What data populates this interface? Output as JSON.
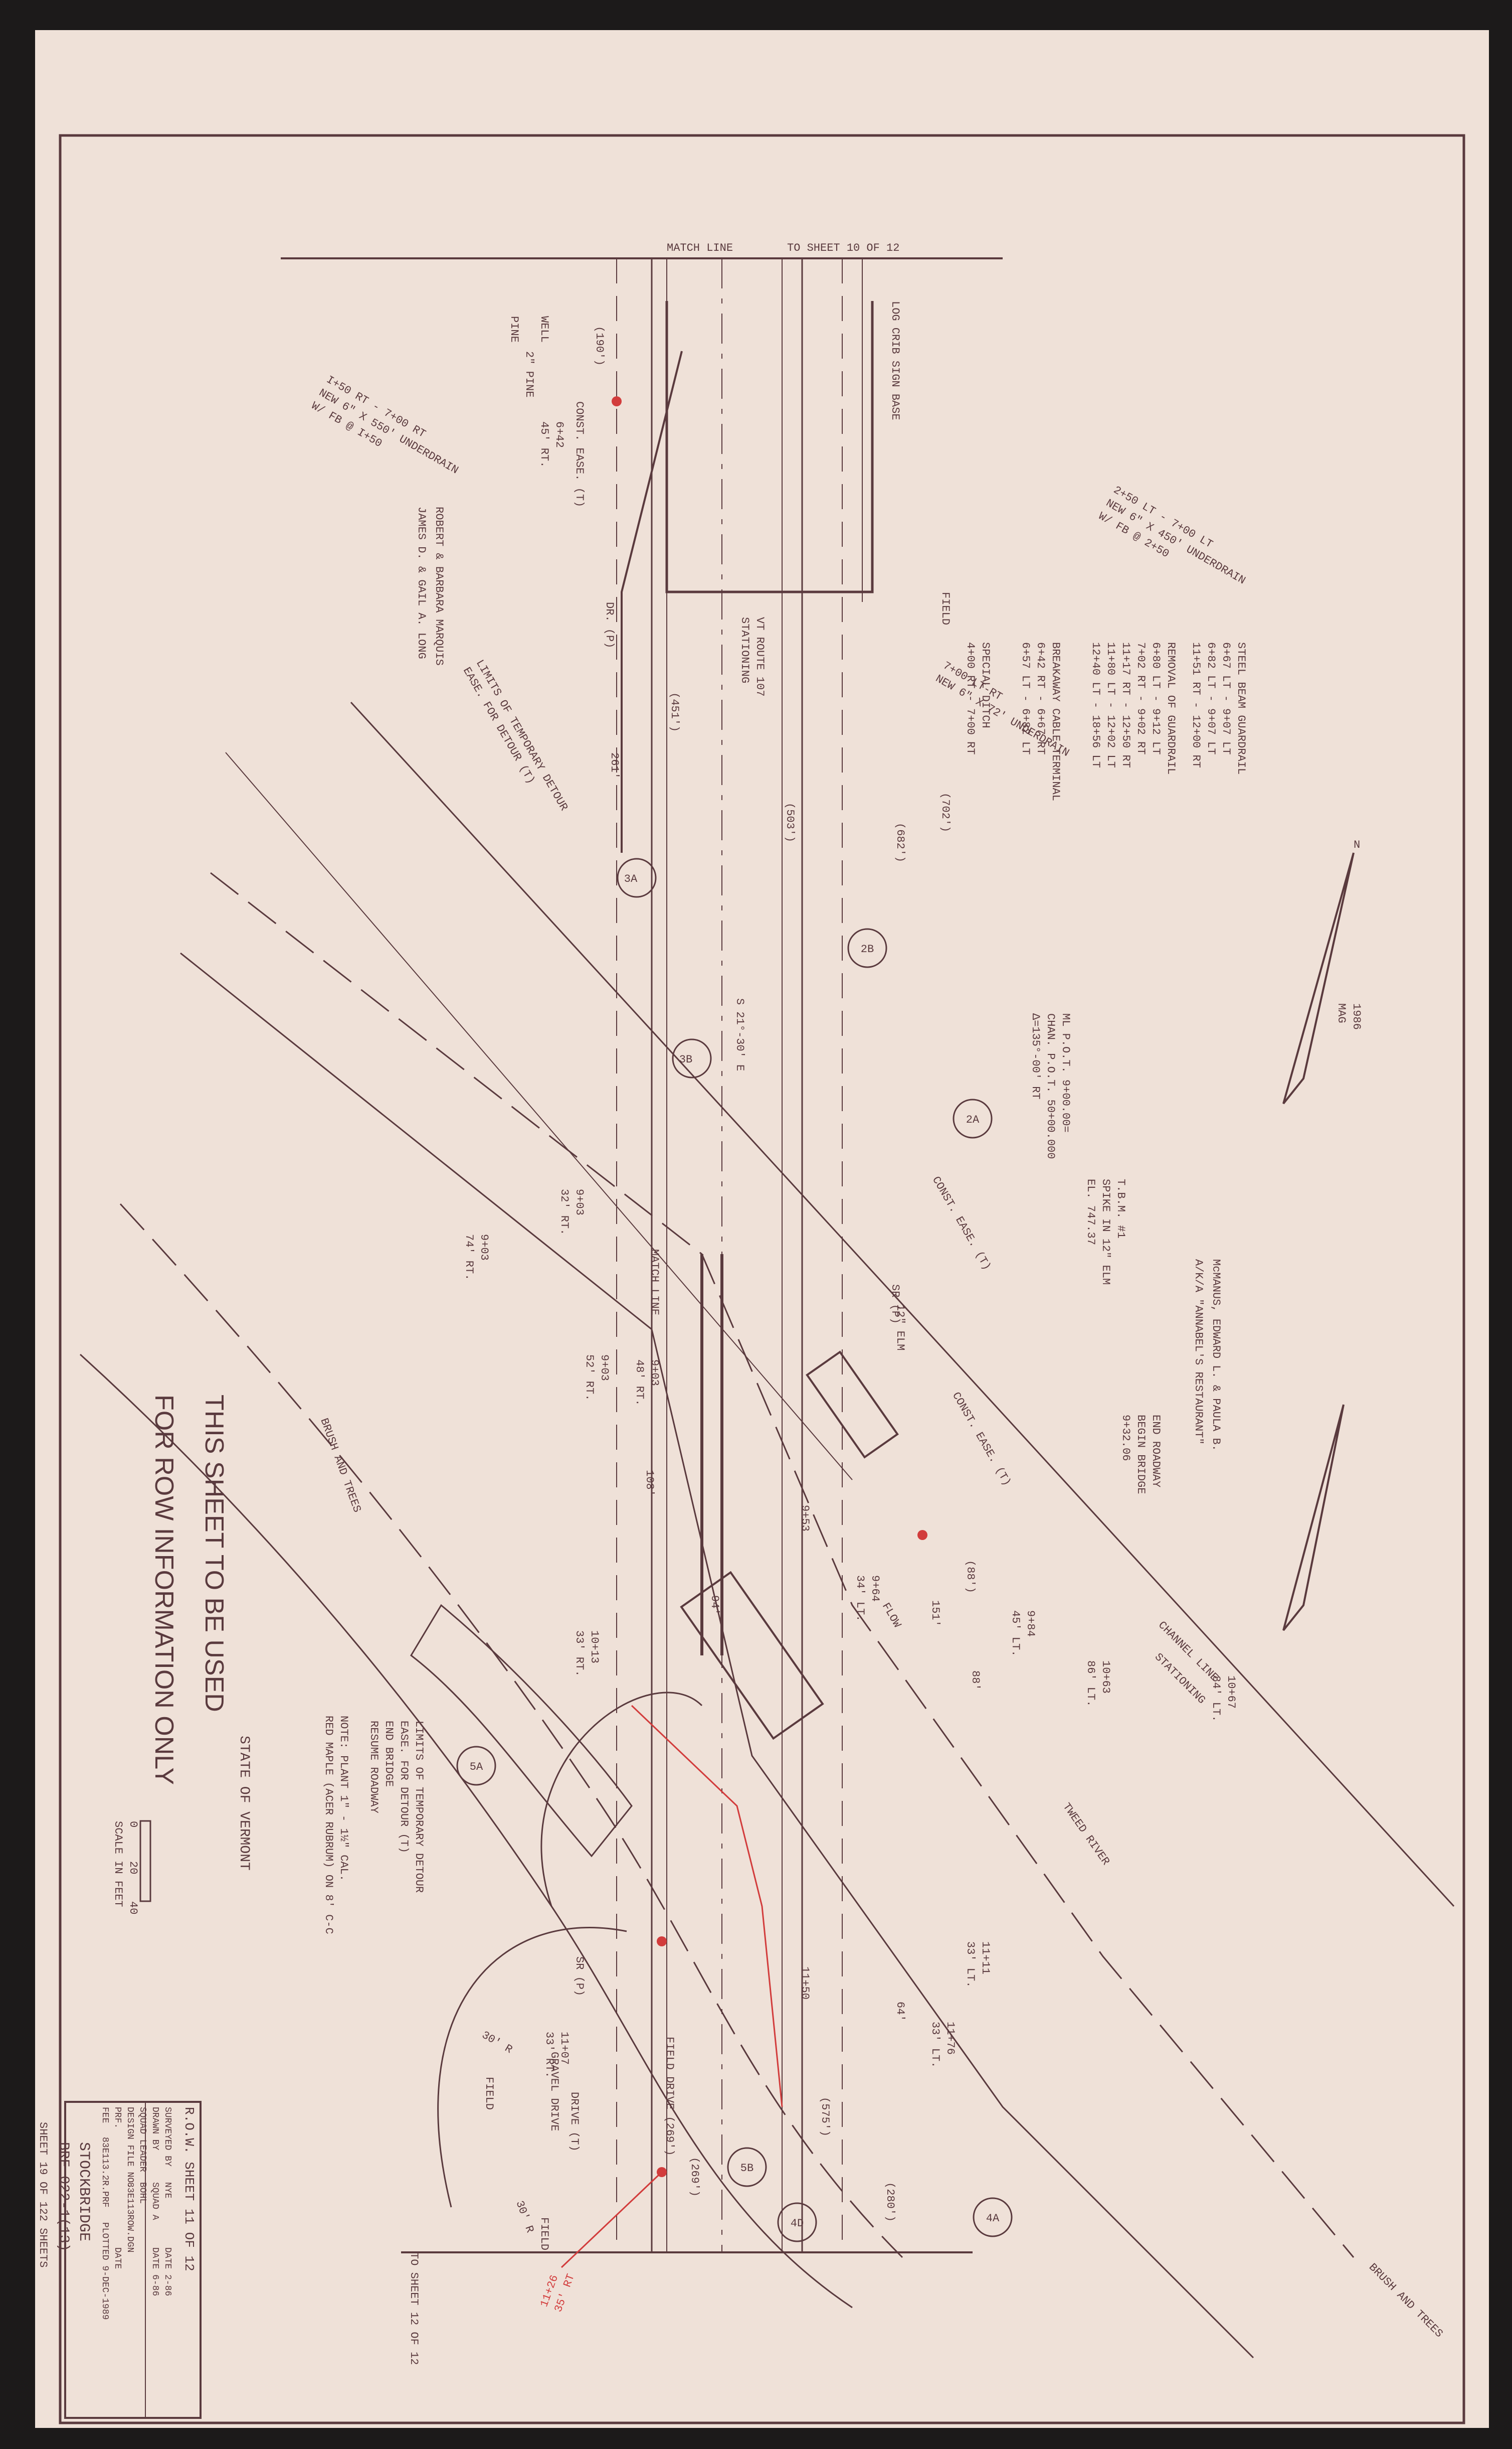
{
  "match_lines": {
    "top_label": "MATCH LINE",
    "top_target": "TO SHEET 10 OF 12",
    "bottom_label": "MATCH LINE",
    "bottom_target": "TO SHEET 12 OF 12"
  },
  "sign_base": "LOG CRIB SIGN BASE",
  "underdrains": [
    "I+50 RT - 7+00 RT",
    "NEW 6\" X 550' UNDERDRAIN",
    "W/ FB @ I+50",
    "2+50 LT - 7+00 LT",
    "NEW 6\" X 450' UNDERDRAIN",
    "W/ FB @ 2+50",
    "7+00 LT-RT",
    "NEW 6\" X 72' UNDERDRAIN"
  ],
  "steel_beam_guardrail": {
    "title": "STEEL BEAM GUARDRAIL",
    "rows": [
      "6+67 LT - 9+07 LT",
      "6+82 LT - 9+07 LT",
      "11+51 RT - 12+00 RT"
    ]
  },
  "removal_of_guardrail": {
    "title": "REMOVAL OF GUARDRAIL",
    "rows": [
      "6+80 LT - 9+12 LT",
      "7+02 RT - 9+02 RT",
      "11+17 RT - 12+50 RT",
      "11+80 LT - 12+02 LT",
      "12+40 LT - 18+56 LT"
    ]
  },
  "breakaway_cable_terminal": {
    "title": "BREAKAWAY CABLE TERMINAL",
    "rows": [
      "6+42 RT - 6+67 RT",
      "6+57 LT - 6+82 LT"
    ]
  },
  "special_ditch": {
    "title": "SPECIAL DITCH",
    "rows": [
      "4+00 RT - 7+00 RT"
    ]
  },
  "ml_pot": [
    "ML P.O.T. 9+00.00=",
    "CHAN. P.O.T. 50+00.000",
    "Δ=135°-00' RT"
  ],
  "tbm": [
    "T.B.M. #1",
    "SPIKE IN 12\" ELM",
    "EL. 747.37"
  ],
  "owners": [
    "ROBERT & BARBARA MARQUIS",
    "JAMES D. & GAIL A. LONG",
    "McMANUS, EDWARD L. & PAULA B.",
    "A/K/A \"ANNABEL'S RESTAURANT\""
  ],
  "route": {
    "name": "VT ROUTE 107",
    "stationing": "STATIONING",
    "bearing": "S 21°-30' E"
  },
  "channel": {
    "line": "CHANNEL LINE",
    "stationing": "STATIONING",
    "river": "TWEED RIVER",
    "flow": "FLOW"
  },
  "parcels": [
    "3A",
    "3B",
    "2A",
    "2B",
    "4A",
    "4D",
    "5A",
    "5B"
  ],
  "distances": [
    "(190')",
    "(451')",
    "(503')",
    "(682')",
    "(702')",
    "261'",
    "108'",
    "94'",
    "(575')",
    "(269')",
    "(280')",
    "64'",
    "88'",
    "151'",
    "(88')"
  ],
  "station_offsets": [
    "6+42",
    "45' RT.",
    "9+03",
    "32' RT.",
    "9+03",
    "74' RT.",
    "9+03",
    "52' RT.",
    "9+03",
    "48' RT.",
    "9+53",
    "9+64",
    "34' LT.",
    "9+84",
    "45' LT.",
    "10+13",
    "33' RT.",
    "10+63",
    "86' LT.",
    "10+67",
    "84' LT.",
    "11+11",
    "33' LT.",
    "11+50",
    "11+76",
    "33' LT.",
    "11+07",
    "33' RT.",
    "11+26",
    "35' RT"
  ],
  "easements": [
    "CONST. EASE. (T)",
    "CONST. EASE. (T)",
    "CONST. EASE. (T)",
    "DR. (P)",
    "SR (P)",
    "SR (P)",
    "LIMITS OF TEMPORARY DETOUR",
    "EASE. FOR DETOUR (T)",
    "LIMITS OF TEMPORARY DETOUR",
    "EASE. FOR DETOUR (T)",
    "END BRIDGE",
    "RESUME ROADWAY",
    "END ROADWAY",
    "BEGIN BRIDGE",
    "9+32.06",
    "DRIVE (T)",
    "GRAVEL DRIVE",
    "FIELD DRIVE (269')"
  ],
  "trees": [
    "2\" PINE",
    "WELL",
    "PINE",
    "12\" ELM",
    "BRUSH AND TREES",
    "BRUSH AND TREES",
    "FIELD",
    "FIELD",
    "FIELD"
  ],
  "radii": [
    "30' R",
    "30' R"
  ],
  "note": [
    "NOTE: PLANT 1\" - 1½\" CAL.",
    "RED MAPLE (ACER RUBRUM) ON 8' C-C"
  ],
  "state": "STATE OF VERMONT",
  "notice": [
    "THIS SHEET TO BE USED",
    "FOR ROW INFORMATION ONLY"
  ],
  "scale": {
    "ticks": [
      "0",
      "20",
      "40"
    ],
    "label": "SCALE IN FEET"
  },
  "north_arrow": [
    "N",
    "MAG",
    "1986"
  ],
  "title_block": {
    "row_sheet": "R.O.W. SHEET 11 OF 12",
    "rows": [
      [
        "SURVEYED BY",
        "NYE",
        "DATE 2-86"
      ],
      [
        "DRAWN BY",
        "SQUAD A",
        "DATE 6-86"
      ],
      [
        "SQUAD LEADER",
        "BOHL",
        ""
      ],
      [
        "DESIGN FILE NO.",
        "83E113ROW.DGN",
        ""
      ],
      [
        "PRF.",
        "",
        "DATE"
      ],
      [
        "FEE",
        "83E113.2R.PRF",
        "PLOTTED 9-DEC-1989"
      ]
    ],
    "town": "STOCKBRIDGE",
    "project": "BRF 022-1(13)",
    "sheet": "SHEET 19 OF 122 SHEETS"
  },
  "colors": {
    "paper": "#efe1d8",
    "ink": "#5a3a3e",
    "red": "#d23c3c",
    "edge": "#1c1a1a"
  }
}
